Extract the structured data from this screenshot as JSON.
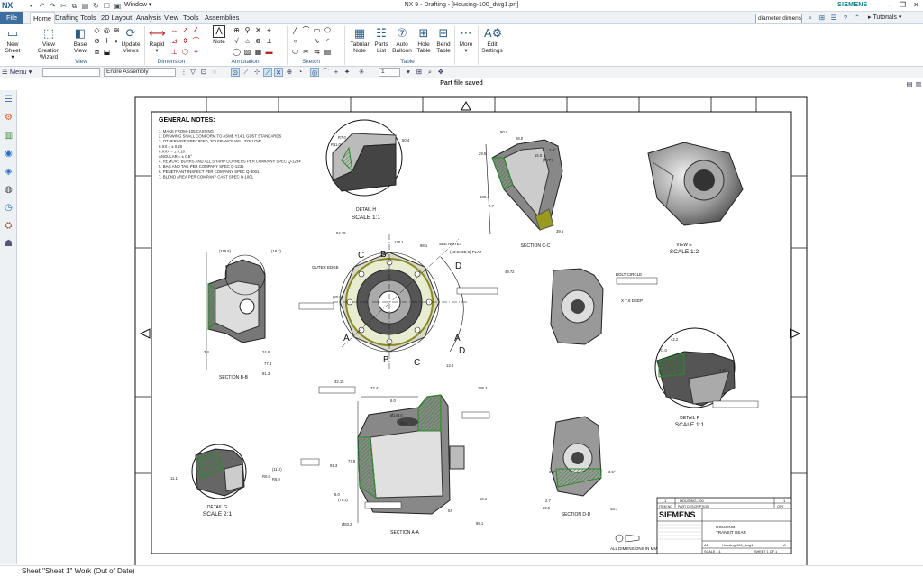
{
  "app": {
    "logo": "NX",
    "window_menu": "Window",
    "title": "NX 9 - Drafting - [Housing-100_dwg1.prt]",
    "brand": "SIEMENS"
  },
  "tabs": [
    {
      "label": "File"
    },
    {
      "label": "Home"
    },
    {
      "label": "Drafting Tools"
    },
    {
      "label": "2D Layout"
    },
    {
      "label": "Analysis"
    },
    {
      "label": "View"
    },
    {
      "label": "Tools"
    },
    {
      "label": "Assemblies"
    }
  ],
  "search": {
    "value": "diameter dimensi"
  },
  "tutorials_label": "Tutorials",
  "ribbon": {
    "buttons": [
      {
        "l1": "New",
        "l2": "Sheet"
      },
      {
        "l1": "View Creation",
        "l2": "Wizard"
      },
      {
        "l1": "Base",
        "l2": "View"
      },
      {
        "l1": "Update",
        "l2": "Views"
      },
      {
        "l1": "Rapid",
        "l2": ""
      },
      {
        "l1": "Note",
        "l2": ""
      },
      {
        "l1": "Tabular",
        "l2": "Note"
      },
      {
        "l1": "Parts",
        "l2": "List"
      },
      {
        "l1": "Auto",
        "l2": "Balloon"
      },
      {
        "l1": "Hole",
        "l2": "Table"
      },
      {
        "l1": "Bend",
        "l2": "Table"
      },
      {
        "l1": "More",
        "l2": ""
      },
      {
        "l1": "Edit",
        "l2": "Settings"
      }
    ],
    "groups": [
      "View",
      "Dimension",
      "Annotation",
      "Sketch",
      "Table"
    ]
  },
  "toolbar": {
    "menu": "Menu",
    "filter": "",
    "scope": "Entire Assembly",
    "scale": "1"
  },
  "status": {
    "message": "Part file saved",
    "sheet": "Sheet \"Sheet 1\" Work (Out of Date)"
  },
  "drawing": {
    "general_notes_title": "GENERAL NOTES:",
    "notes": [
      "1. MAKE FROM -105 CASTING",
      "2. DRAWING SHALL CONFORM TO ASME Y14.1 GDST STANDARDS",
      "3. OTHERWISE SPECIFIED, TOLERANCE WILL FOLLOW",
      "   0.XX = ± 0.20",
      "   0.XXX = ± 0.10",
      "   ANGULAR = ± 0.5°",
      "4. REMOVE BURRS AND ALL SHARP CORNERS PER COMPANY SPEC Q-1234",
      "5. BAG AND TAG PER COMPANY SPEC Q-1235",
      "6. PENETRANT INSPECT PER COMPANY SPEC Q-4001",
      "7. BLEND AREA PER COMPANY CAST SPEC Q-1001"
    ],
    "view_labels": [
      {
        "l1": "DETAIL H",
        "l2": "SCALE 1:1"
      },
      {
        "l1": "SECTION C-C",
        "l2": ""
      },
      {
        "l1": "VIEW E",
        "l2": "SCALE 1:2"
      },
      {
        "l1": "SECTION B-B",
        "l2": ""
      },
      {
        "l1": "DETAIL F",
        "l2": "SCALE 1:1"
      },
      {
        "l1": "DETAIL G",
        "l2": "SCALE 2:1"
      },
      {
        "l1": "SECTION A-A",
        "l2": ""
      },
      {
        "l1": "SECTION D-D",
        "l2": ""
      }
    ],
    "annotations": [
      "BOLT CIRCLE",
      "OUTER EDGE",
      "SEE NOTE7",
      "(13.6X25.6) FLAT",
      "X 7.6 DEEP",
      "ALL DIMENSIONS IN MM"
    ],
    "dims": [
      "R7.0",
      "R11.0",
      "50.4",
      "90.0",
      "28.0",
      "15.0",
      "(TYP)",
      "3.0°",
      "29.5",
      "500.4",
      "2.7",
      "39.6",
      "84.29",
      "128.1",
      "98.1",
      "49.72",
      "(80.0)",
      "32.15",
      "77.41",
      "13.4",
      "136.2",
      "R1.0",
      "42.2",
      "2.5°",
      "(119.5)",
      "(19.7)",
      "24.6",
      "77.3",
      "91.3",
      "3.4",
      "6.0",
      "Ø148.0",
      "46.0",
      "77.9",
      "91.3",
      "8.0",
      "(76.1)",
      "50.1",
      "89.1",
      "Ø83.2",
      "54",
      "2.7",
      "29.5",
      "45.1",
      "3.0°",
      "3.5°",
      "R0.8",
      "R5.0",
      "11.1",
      "(11.0)"
    ],
    "title_block": {
      "qty": "1",
      "part_no": "HOUSING-100",
      "item_no_hdr": "ITEM NO",
      "desc_hdr": "PART DESCRIPTION",
      "qty_hdr": "QTY",
      "brand": "SIEMENS",
      "name1": "HOUSING",
      "name2": "TRANSIT GEAR",
      "size": "A1",
      "dwg": "Housing-100_dwg1",
      "rev": "A",
      "scale": "SCALE 1:1",
      "sheet": "SHEET 1 OF 1"
    }
  }
}
